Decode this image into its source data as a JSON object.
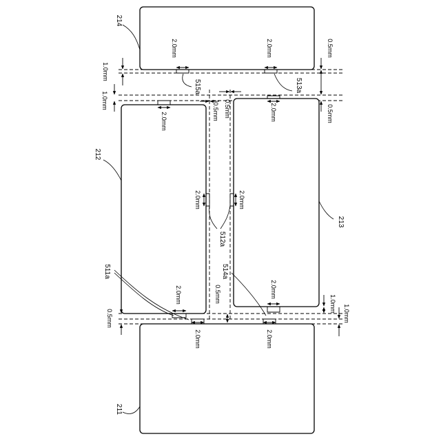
{
  "labels": {
    "plate_211": "211",
    "plate_212": "212",
    "plate_213": "213",
    "plate_214": "214",
    "tab_511a": "511a",
    "tab_512a": "512a",
    "tab_513a": "513a",
    "tab_514a": "514a",
    "tab_515a": "515a"
  },
  "dimensions": {
    "d_2_0": "2.0mm",
    "d_1_0": "1.0mm",
    "d_0_5": "0.5mm"
  }
}
